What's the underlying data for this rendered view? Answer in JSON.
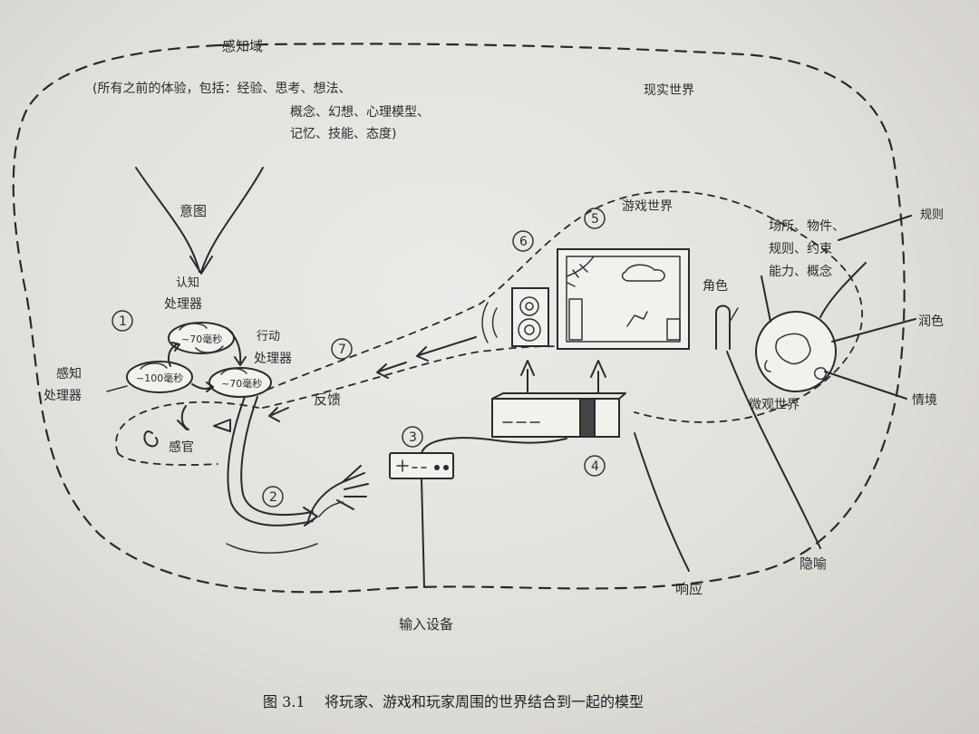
{
  "caption": {
    "figure_number": "图 3.1",
    "title": "将玩家、游戏和玩家周围的世界结合到一起的模型"
  },
  "labels": {
    "awareness": "感知域",
    "experiences": [
      "(所有之前的体验，包括：经验、思考、想法、",
      "概念、幻想、心理模型、",
      "记忆、技能、态度)"
    ],
    "real_world": "现实世界",
    "intent": "意图",
    "cognitive_processor": [
      "认知",
      "处理器"
    ],
    "action_processor": [
      "行动",
      "处理器"
    ],
    "perception_processor": [
      "感知",
      "处理器"
    ],
    "senses": "感官",
    "feedback": "反馈",
    "game_world": "游戏世界",
    "character": "角色",
    "micro_world": "微观世界",
    "micro_items": [
      "场所、物件、",
      "规则、约束",
      "能力、概念"
    ],
    "rules": "规则",
    "coloring": "润色",
    "plot": "情境",
    "input_device": "输入设备",
    "response": "响应",
    "metaphor": "隐喻",
    "timing_cognitive": "~70毫秒",
    "timing_perception": "~100毫秒",
    "timing_action": "~70毫秒"
  },
  "numbers": [
    "1",
    "2",
    "3",
    "4",
    "5",
    "6",
    "7"
  ]
}
